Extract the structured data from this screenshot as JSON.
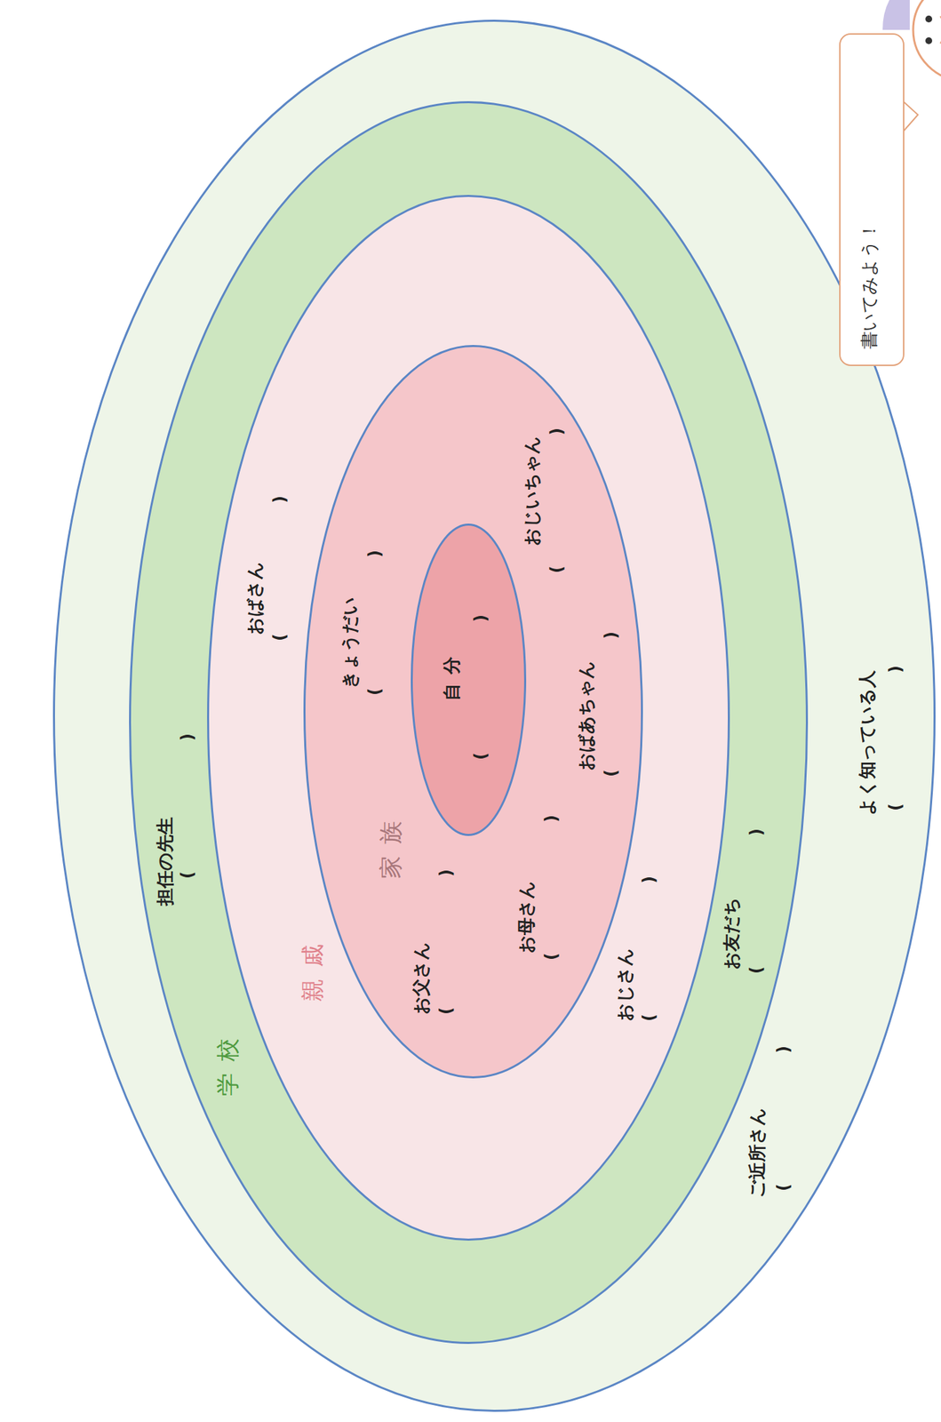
{
  "diagram": {
    "nodes": [
      {
        "text": [
          "ご近所さん",
          "(　　　　　　　　)",
          "よく知っている人",
          "(　　　　　　　　)"
        ]
      },
      {
        "text": [
          "学校",
          "担任の先生",
          "(　　　　　　　　)",
          "お友だち",
          "(　　　　　　　　)"
        ],
        "in": 0
      },
      {
        "text": [
          "親戚",
          "おばさん",
          "(　　　　　　　　)",
          "おじさん",
          "(　　　　　　　　)"
        ],
        "in": 1
      },
      {
        "text": [
          "家族",
          "お父さん",
          "(　　　　　　　　)",
          "お母さん",
          "(　　　　　　　　)",
          "きょうだい",
          "(　　　　　　　　)",
          "おばあちゃん",
          "(　　　　　　　　)",
          "おじいちゃん",
          "(　　　　　　　　)"
        ],
        "in": 2
      },
      {
        "text": [
          "自分",
          "(　　　　　　　　)"
        ],
        "in": 3
      },
      {
        "text": [
          "書いてみよう！"
        ]
      }
    ]
  }
}
